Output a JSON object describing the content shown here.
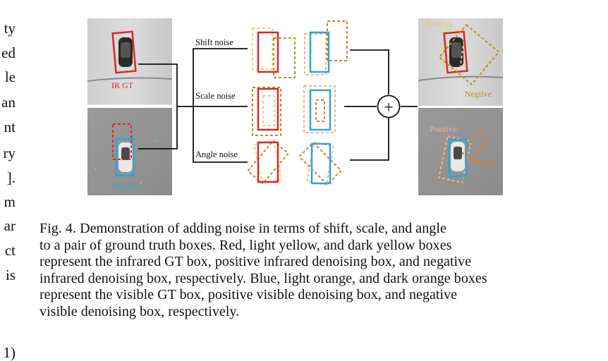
{
  "left_column_fragments": [
    "ty",
    "ed",
    "le",
    "an",
    "nt",
    "ry",
    "].",
    "m",
    "ar",
    "ct",
    "is",
    "1)"
  ],
  "figure": {
    "ir_label": "IR GT",
    "vis_label": "VIS GT",
    "shift_label": "Shift noise",
    "scale_label": "Scale noise",
    "angle_label": "Angle noise",
    "plus_symbol": "+",
    "positive_top": "Positive",
    "negative_top": "Negtive",
    "positive_bottom": "Positive",
    "negative_bottom": "Negtive",
    "colors": {
      "ir_gt": "#d8282d",
      "vis_gt": "#2aa6d6",
      "ir_positive": "#f2d27a",
      "ir_negative": "#b8901a",
      "vis_positive": "#f4b583",
      "vis_negative": "#de7a2a"
    }
  },
  "caption": {
    "lines": [
      "Fig. 4.   Demonstration of adding noise in terms of shift, scale, and angle",
      "to a pair of ground truth boxes. Red, light yellow, and dark yellow boxes",
      "represent the infrared GT box, positive infrared denoising box, and negative",
      "infrared denoising box, respectively. Blue, light orange, and dark orange boxes",
      "represent the visible GT box, positive visible denoising box, and negative",
      "visible denoising box, respectively."
    ]
  }
}
